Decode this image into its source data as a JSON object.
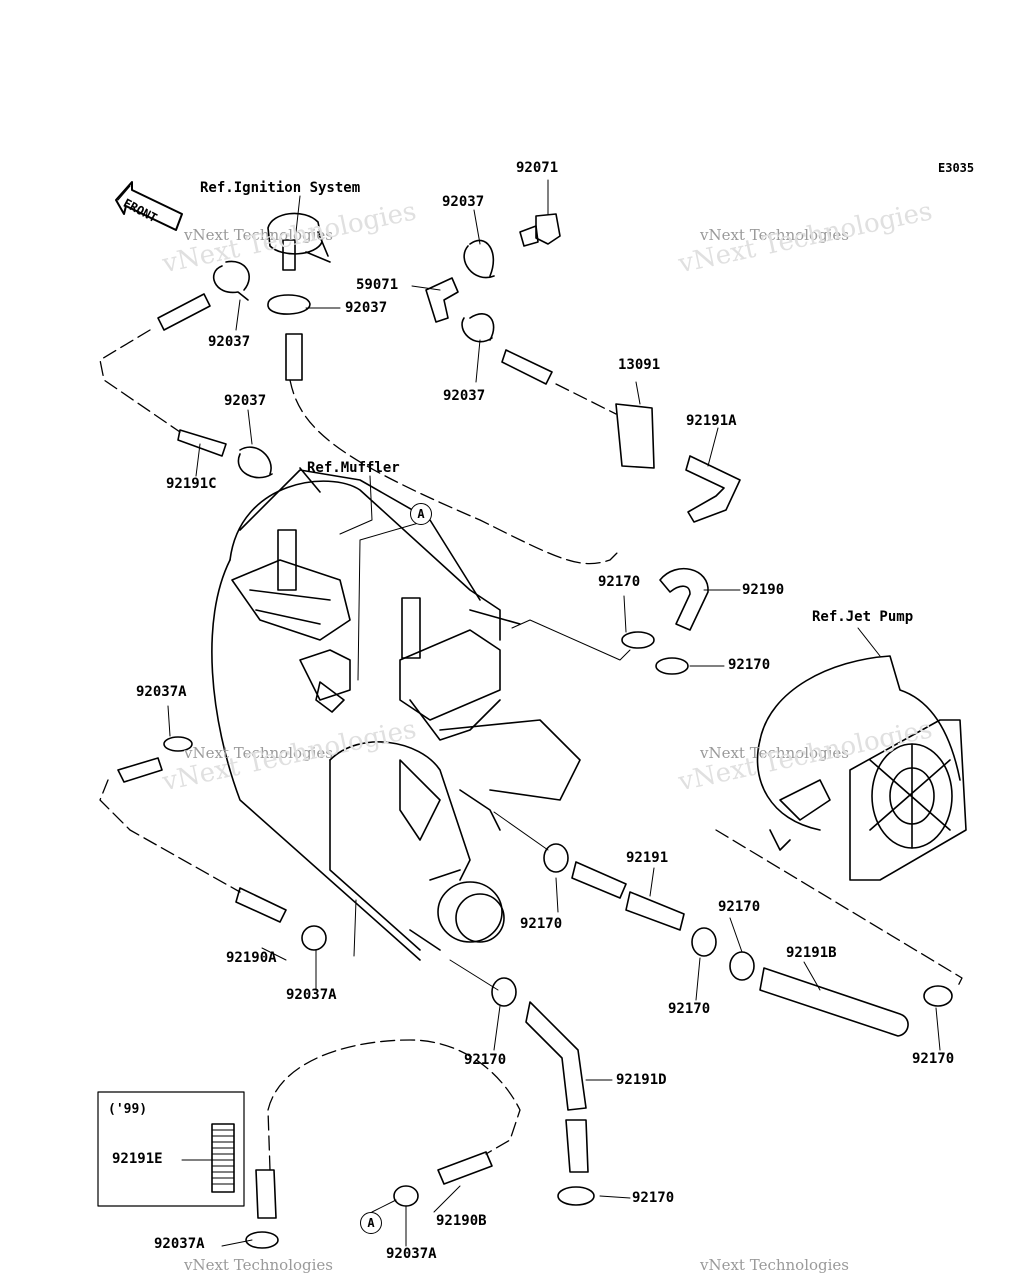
{
  "diagram": {
    "code": "E3035",
    "front_label": "FRONT",
    "ref_labels": {
      "ignition": "Ref.Ignition System",
      "muffler": "Ref.Muffler",
      "jet_pump": "Ref.Jet Pump"
    },
    "year_note": "('99)",
    "connector_a": "A",
    "watermark_line1": "vNext Technologies",
    "watermark_big": "vNext Technologies",
    "parts": {
      "p92071": "92071",
      "p92037_a": "92037",
      "p92037_b": "92037",
      "p92037_c": "92037",
      "p92037_d": "92037",
      "p92037_e": "92037",
      "p59071": "59071",
      "p13091": "13091",
      "p92191A": "92191A",
      "p92191C": "92191C",
      "p92170_a": "92170",
      "p92170_b": "92170",
      "p92170_c": "92170",
      "p92170_d": "92170",
      "p92170_e": "92170",
      "p92170_f": "92170",
      "p92170_g": "92170",
      "p92170_h": "92170",
      "p92190": "92190",
      "p92037A_a": "92037A",
      "p92037A_b": "92037A",
      "p92037A_c": "92037A",
      "p92037A_d": "92037A",
      "p92191": "92191",
      "p92190A": "92190A",
      "p92191B": "92191B",
      "p92191D": "92191D",
      "p92191E": "92191E",
      "p92190B": "92190B"
    }
  }
}
